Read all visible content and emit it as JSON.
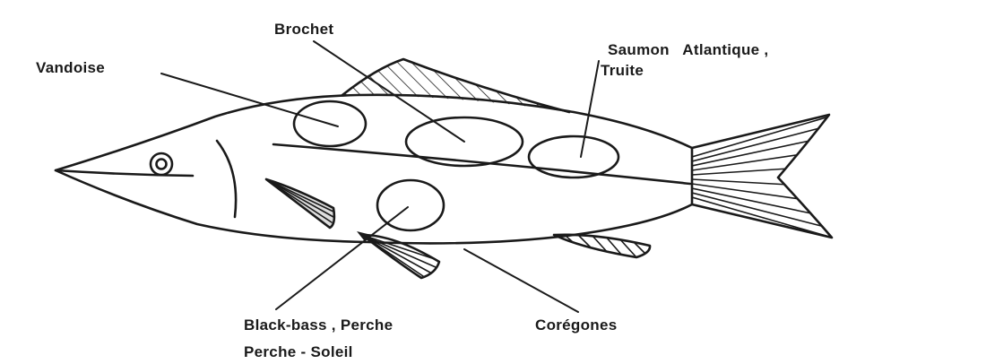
{
  "diagram": {
    "labels": {
      "vandoise": "Vandoise",
      "brochet": "Brochet",
      "saumon": "Saumon   Atlantique ,",
      "truite": "Truite",
      "blackbass": "Black-bass , Perche",
      "perche_soleil": "Perche - Soleil",
      "coregones": "Corégones"
    },
    "colors": {
      "ink": "#1a1a1a",
      "background": "#ffffff"
    }
  }
}
